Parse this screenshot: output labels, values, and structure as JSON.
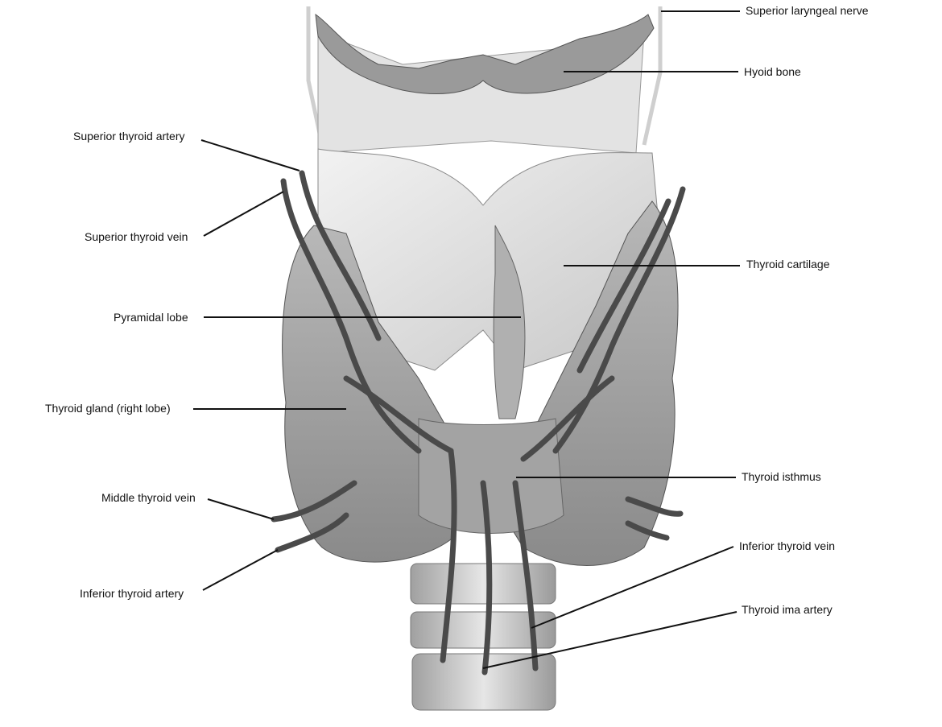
{
  "labels": {
    "superior_laryngeal_nerve": "Superior laryngeal nerve",
    "hyoid_bone": "Hyoid bone",
    "superior_thyroid_artery": "Superior thyroid artery",
    "superior_thyroid_vein": "Superior thyroid vein",
    "thyroid_cartilage": "Thyroid cartilage",
    "pyramidal_lobe": "Pyramidal lobe",
    "thyroid_gland_right_lobe": "Thyroid gland (right lobe)",
    "thyroid_isthmus": "Thyroid isthmus",
    "middle_thyroid_vein": "Middle thyroid vein",
    "inferior_thyroid_vein": "Inferior thyroid vein",
    "inferior_thyroid_artery": "Inferior thyroid artery",
    "thyroid_ima_artery": "Thyroid ima artery"
  },
  "colors": {
    "background": "#ffffff",
    "gland": "#9a9a9a",
    "cartilage": "#dcdcdc",
    "vessel": "#4a4a4a",
    "leader": "#111111"
  }
}
